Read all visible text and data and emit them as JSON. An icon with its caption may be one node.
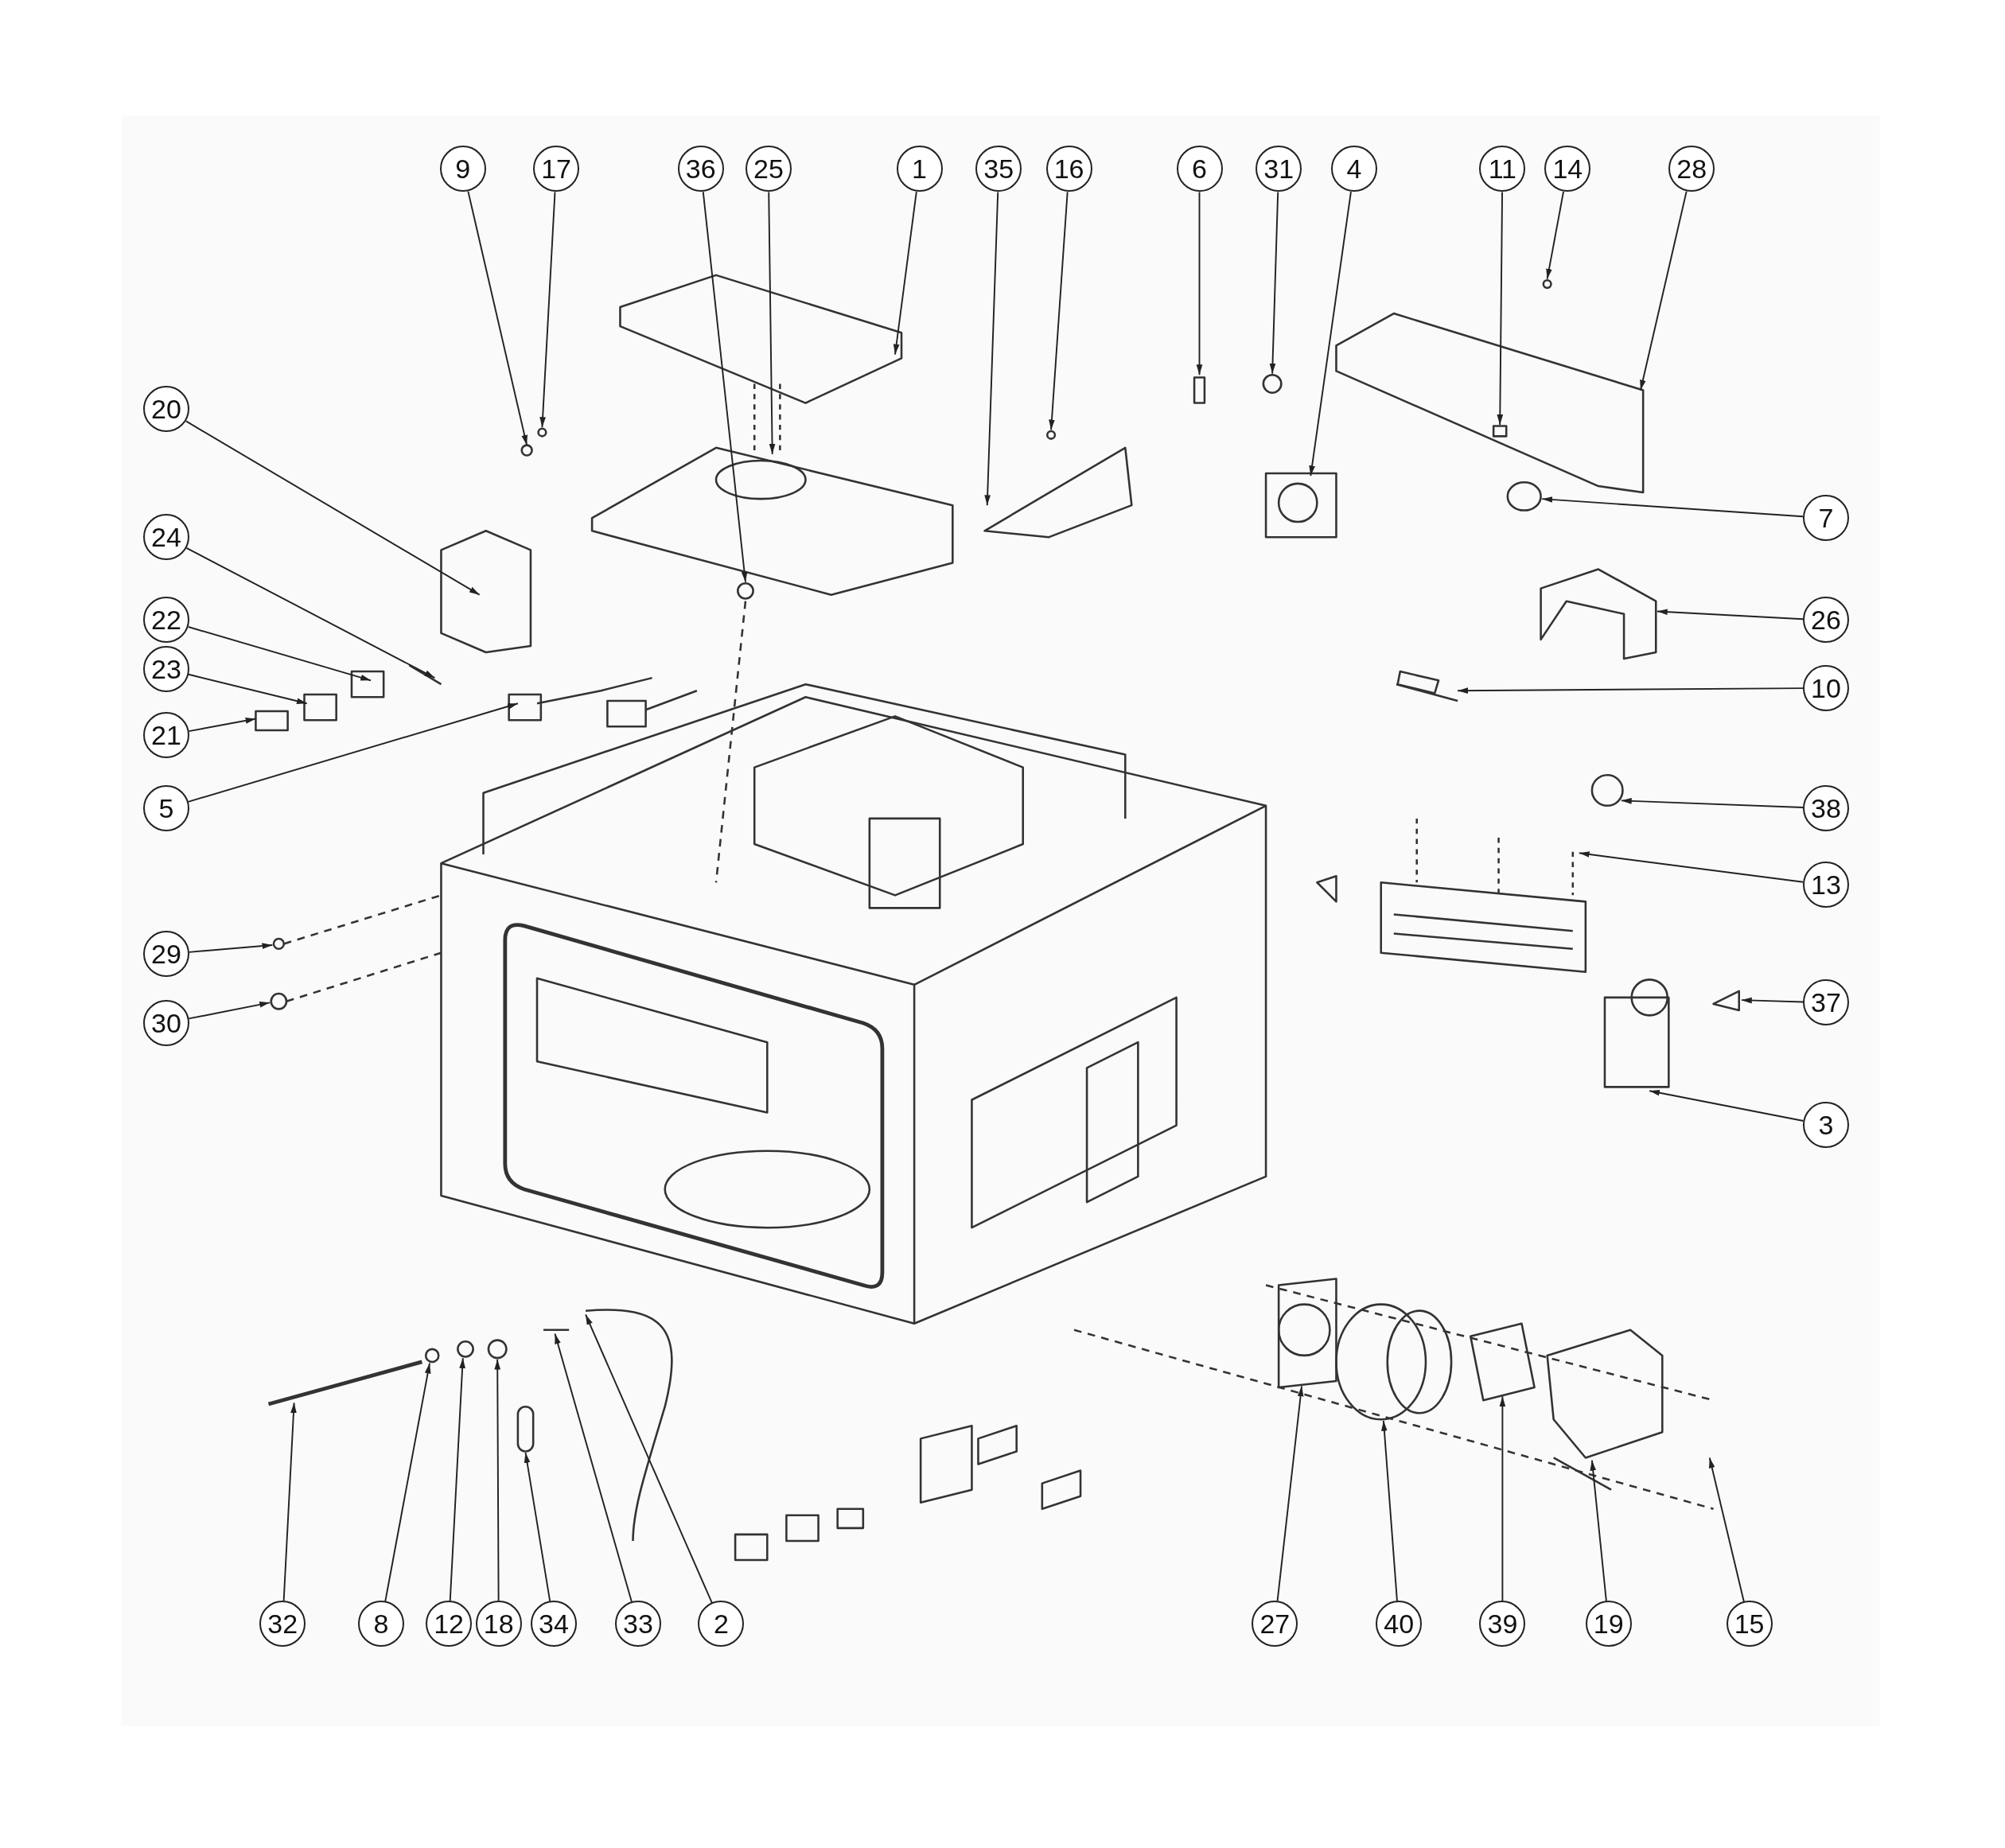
{
  "diagram": {
    "nodes": [
      {
        "text": [
          "9"
        ]
      },
      {
        "text": [
          "17"
        ]
      },
      {
        "text": [
          "36"
        ]
      },
      {
        "text": [
          "25"
        ]
      },
      {
        "text": [
          "1"
        ]
      },
      {
        "text": [
          "35"
        ]
      },
      {
        "text": [
          "16"
        ]
      },
      {
        "text": [
          "6"
        ]
      },
      {
        "text": [
          "31"
        ]
      },
      {
        "text": [
          "4"
        ]
      },
      {
        "text": [
          "11"
        ]
      },
      {
        "text": [
          "14"
        ]
      },
      {
        "text": [
          "28"
        ]
      },
      {
        "text": [
          "20"
        ]
      },
      {
        "text": [
          "24"
        ]
      },
      {
        "text": [
          "22"
        ]
      },
      {
        "text": [
          "23"
        ]
      },
      {
        "text": [
          "21"
        ]
      },
      {
        "text": [
          "5"
        ]
      },
      {
        "text": [
          "29"
        ]
      },
      {
        "text": [
          "30"
        ]
      },
      {
        "text": [
          "7"
        ]
      },
      {
        "text": [
          "26"
        ]
      },
      {
        "text": [
          "10"
        ]
      },
      {
        "text": [
          "38"
        ]
      },
      {
        "text": [
          "13"
        ]
      },
      {
        "text": [
          "37"
        ]
      },
      {
        "text": [
          "3"
        ]
      },
      {
        "text": [
          "32"
        ]
      },
      {
        "text": [
          "8"
        ]
      },
      {
        "text": [
          "12"
        ]
      },
      {
        "text": [
          "18"
        ]
      },
      {
        "text": [
          "34"
        ]
      },
      {
        "text": [
          "33"
        ]
      },
      {
        "text": [
          "2"
        ]
      },
      {
        "text": [
          "27"
        ]
      },
      {
        "text": [
          "40"
        ]
      },
      {
        "text": [
          "39"
        ]
      },
      {
        "text": [
          "19"
        ]
      },
      {
        "text": [
          "15"
        ]
      }
    ],
    "edges": [
      {
        "from": 0,
        "to": null,
        "arrow": "to"
      },
      {
        "from": 1,
        "to": null,
        "arrow": "to"
      },
      {
        "from": 2,
        "to": null,
        "arrow": "to"
      },
      {
        "from": 3,
        "to": null,
        "arrow": "to"
      },
      {
        "from": 4,
        "to": null,
        "arrow": "to"
      },
      {
        "from": 5,
        "to": null,
        "arrow": "to"
      },
      {
        "from": 6,
        "to": null,
        "arrow": "to"
      },
      {
        "from": 7,
        "to": null,
        "arrow": "to"
      },
      {
        "from": 8,
        "to": null,
        "arrow": "to"
      },
      {
        "from": 9,
        "to": null,
        "arrow": "to"
      },
      {
        "from": 10,
        "to": null,
        "arrow": "to"
      },
      {
        "from": 11,
        "to": null,
        "arrow": "to"
      },
      {
        "from": 12,
        "to": null,
        "arrow": "to"
      },
      {
        "from": 13,
        "to": null,
        "arrow": "to"
      },
      {
        "from": 14,
        "to": null,
        "arrow": "to"
      },
      {
        "from": 15,
        "to": null,
        "arrow": "to"
      },
      {
        "from": 16,
        "to": null,
        "arrow": "to"
      },
      {
        "from": 17,
        "to": null,
        "arrow": "to"
      },
      {
        "from": 18,
        "to": null,
        "arrow": "to"
      },
      {
        "from": 19,
        "to": null,
        "arrow": "to"
      },
      {
        "from": 20,
        "to": null,
        "arrow": "to"
      },
      {
        "from": 21,
        "to": null,
        "arrow": "to"
      },
      {
        "from": 22,
        "to": null,
        "arrow": "to"
      },
      {
        "from": 23,
        "to": null,
        "arrow": "to"
      },
      {
        "from": 24,
        "to": null,
        "arrow": "to"
      },
      {
        "from": 25,
        "to": null,
        "arrow": "to"
      },
      {
        "from": 26,
        "to": null,
        "arrow": "to"
      },
      {
        "from": 27,
        "to": null,
        "arrow": "to"
      },
      {
        "from": 28,
        "to": null,
        "arrow": "to"
      },
      {
        "from": 29,
        "to": null,
        "arrow": "to"
      },
      {
        "from": 30,
        "to": null,
        "arrow": "to"
      },
      {
        "from": 31,
        "to": null,
        "arrow": "to"
      },
      {
        "from": 32,
        "to": null,
        "arrow": "to"
      },
      {
        "from": 33,
        "to": null,
        "arrow": "to"
      },
      {
        "from": 34,
        "to": null,
        "arrow": "to"
      },
      {
        "from": 35,
        "to": null,
        "arrow": "to"
      },
      {
        "from": 36,
        "to": null,
        "arrow": "to"
      },
      {
        "from": 37,
        "to": null,
        "arrow": "to"
      },
      {
        "from": 38,
        "to": null,
        "arrow": "to"
      },
      {
        "from": 39,
        "to": null,
        "arrow": "to"
      }
    ]
  }
}
